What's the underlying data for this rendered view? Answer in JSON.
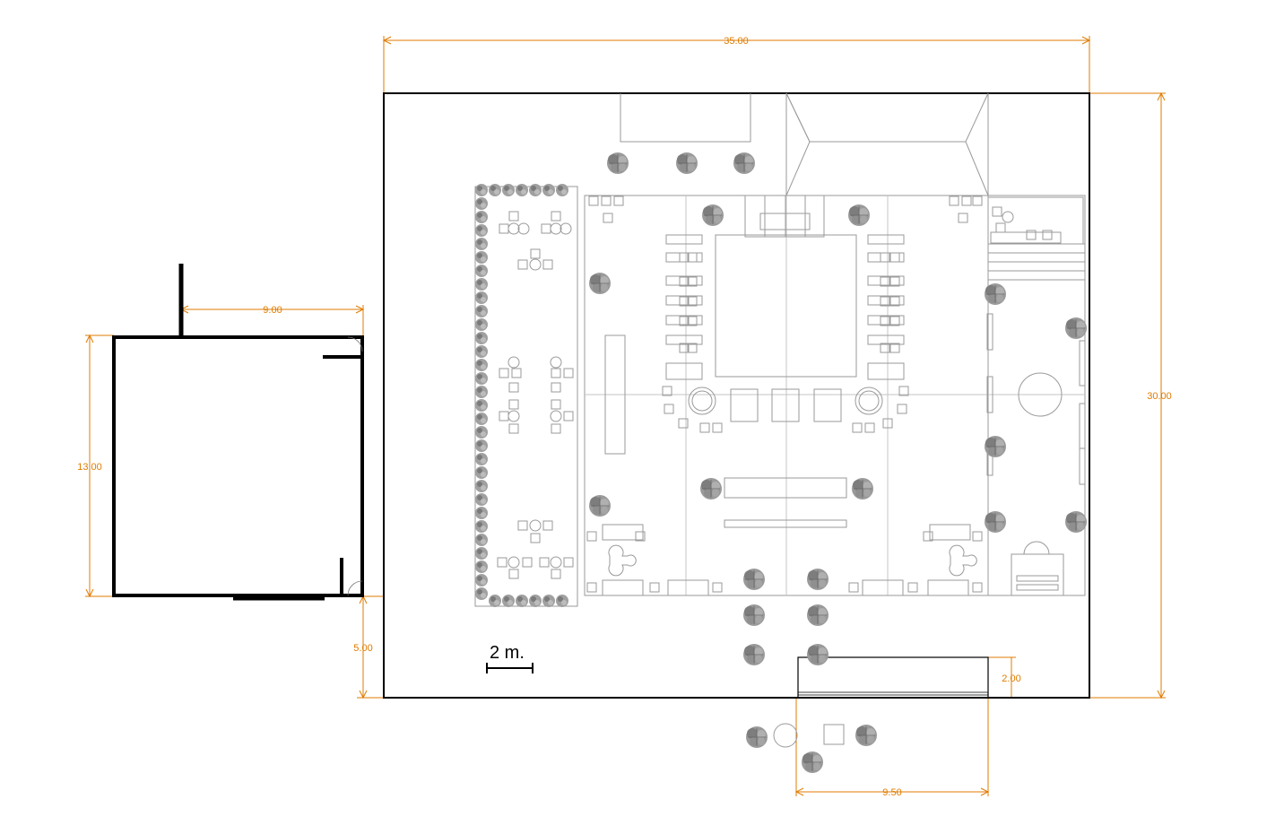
{
  "dimensions": {
    "site_width": "35.00",
    "site_height": "30.00",
    "annex_width": "9.00",
    "annex_height": "13.00",
    "annex_offset": "5.00",
    "entrance_depth": "2.00",
    "entrance_width": "9.50"
  },
  "scale_bar": {
    "label": "2 m."
  },
  "colors": {
    "dimension": "#e07b00",
    "wall": "#000000",
    "detail": "#9a9a9a",
    "tree": "#8a8a8a"
  }
}
